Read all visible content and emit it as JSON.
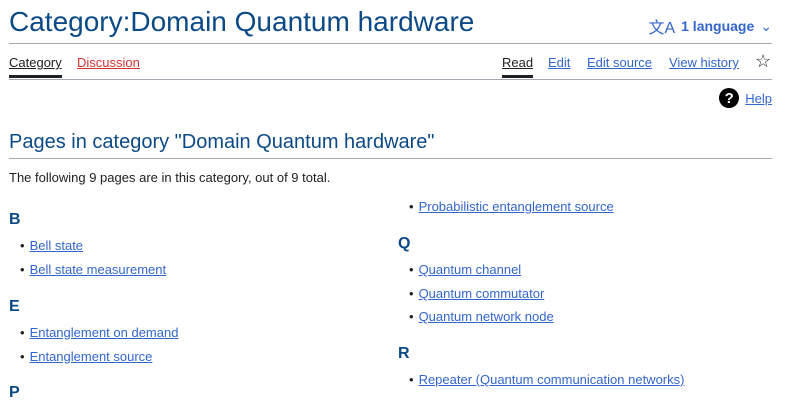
{
  "title": "Category:Domain Quantum hardware",
  "language_button": "1 language",
  "tabs_left": [
    {
      "label": "Category"
    },
    {
      "label": "Discussion"
    }
  ],
  "tabs_right": [
    {
      "label": "Read"
    },
    {
      "label": "Edit"
    },
    {
      "label": "Edit source"
    },
    {
      "label": "View history"
    }
  ],
  "help": "Help",
  "section_heading": "Pages in category \"Domain Quantum hardware\"",
  "intro": "The following 9 pages are in this category, out of 9 total.",
  "groups": {
    "b": {
      "letter": "B",
      "items": [
        "Bell state",
        "Bell state measurement"
      ]
    },
    "e": {
      "letter": "E",
      "items": [
        "Entanglement on demand",
        "Entanglement source"
      ]
    },
    "p": {
      "letter": "P",
      "items": [
        "Probabilistic entanglement source"
      ]
    },
    "q": {
      "letter": "Q",
      "items": [
        "Quantum channel",
        "Quantum commutator",
        "Quantum network node"
      ]
    },
    "r": {
      "letter": "R",
      "items": [
        "Repeater (Quantum communication networks)"
      ]
    }
  },
  "colors": {
    "link": "#3366cc",
    "red_link": "#d33333",
    "heading": "#0b4a86"
  }
}
